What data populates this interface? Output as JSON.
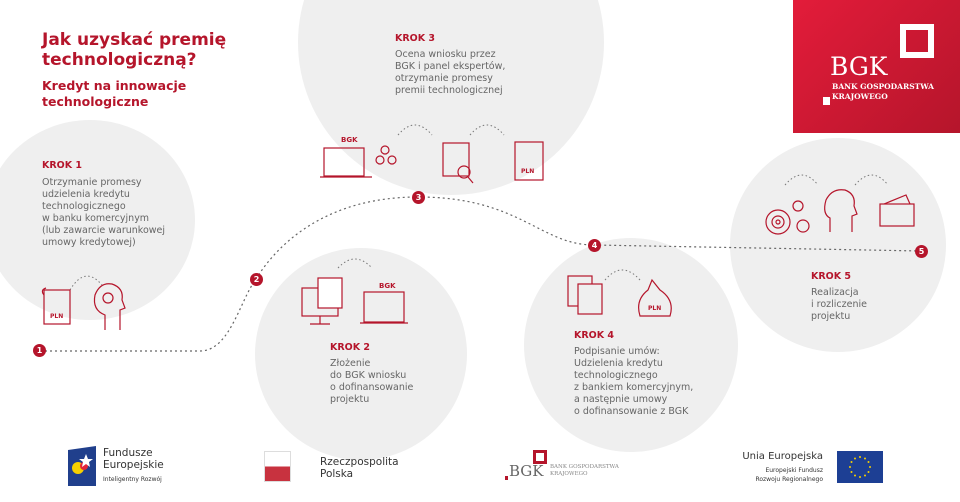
{
  "header": {
    "title": "Jak uzyskać premię technologiczną?",
    "subtitle": "Kredyt na innowacje technologiczne"
  },
  "brand": {
    "name": "BGK",
    "line1": "BANK GOSPODARSTWA",
    "line2": "KRAJOWEGO",
    "color": "#b5152b"
  },
  "steps": [
    {
      "number": "1",
      "label": "KROK 1",
      "text": "Otrzymanie promesy\nudzielenia kredytu\ntechnologicznego\nw banku komercyjnym\n(lub zawarcie warunkowej\numowy kredytowej)"
    },
    {
      "number": "2",
      "label": "KROK 2",
      "text": "Złożenie\ndo BGK wniosku\no dofinansowanie\nprojektu"
    },
    {
      "number": "3",
      "label": "KROK 3",
      "text": "Ocena wniosku przez\nBGK i panel ekspertów,\notrzymanie promesy\npremii technologicznej"
    },
    {
      "number": "4",
      "label": "KROK 4",
      "text": "Podpisanie umów:\nUdzielenia kredytu\ntechnologicznego\nz bankiem komercyjnym,\na następnie umowy\no dofinansowanie z BGK"
    },
    {
      "number": "5",
      "label": "KROK 5",
      "text": "Realizacja\ni rozliczenie\nprojektu"
    }
  ],
  "icon_labels": {
    "pln": "PLN",
    "bgk": "BGK"
  },
  "footer": {
    "fe": {
      "line1": "Fundusze",
      "line2": "Europejskie",
      "line3": "Inteligentny Rozwój"
    },
    "rp": {
      "line1": "Rzeczpospolita",
      "line2": "Polska"
    },
    "bgk": {
      "name": "BGK",
      "line1": "BANK GOSPODARSTWA",
      "line2": "KRAJOWEGO"
    },
    "ue": {
      "line1": "Unia Europejska",
      "line2": "Europejski Fundusz",
      "line3": "Rozwoju Regionalnego"
    }
  }
}
